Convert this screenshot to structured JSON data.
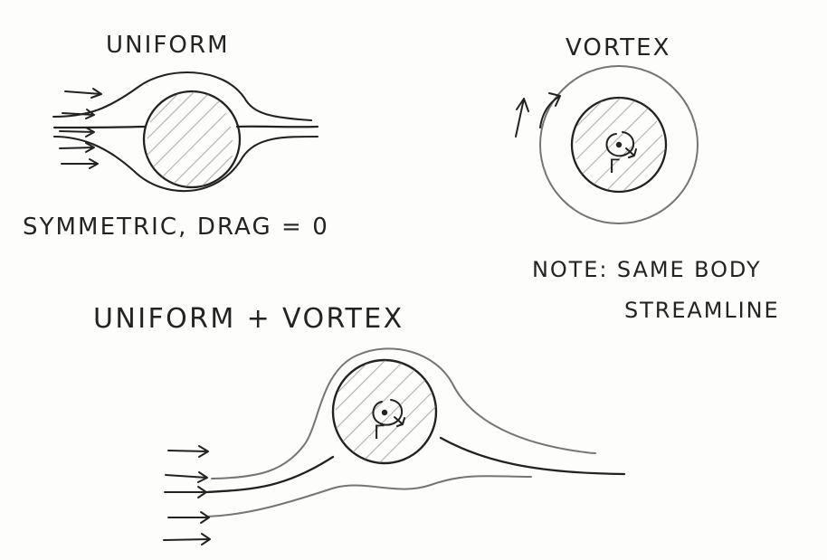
{
  "labels": {
    "uniform": "UNIFORM",
    "vortex": "VORTEX",
    "symmetric": "SYMMETRIC, DRAG = 0",
    "note_line1": "NOTE: SAME BODY",
    "note_line2": "STREAMLINE",
    "combined": "UNIFORM + VORTEX",
    "gamma": "Γ"
  },
  "colors": {
    "ink": "#222222",
    "soft_ink": "#757575",
    "background": "#fdfdfb"
  }
}
